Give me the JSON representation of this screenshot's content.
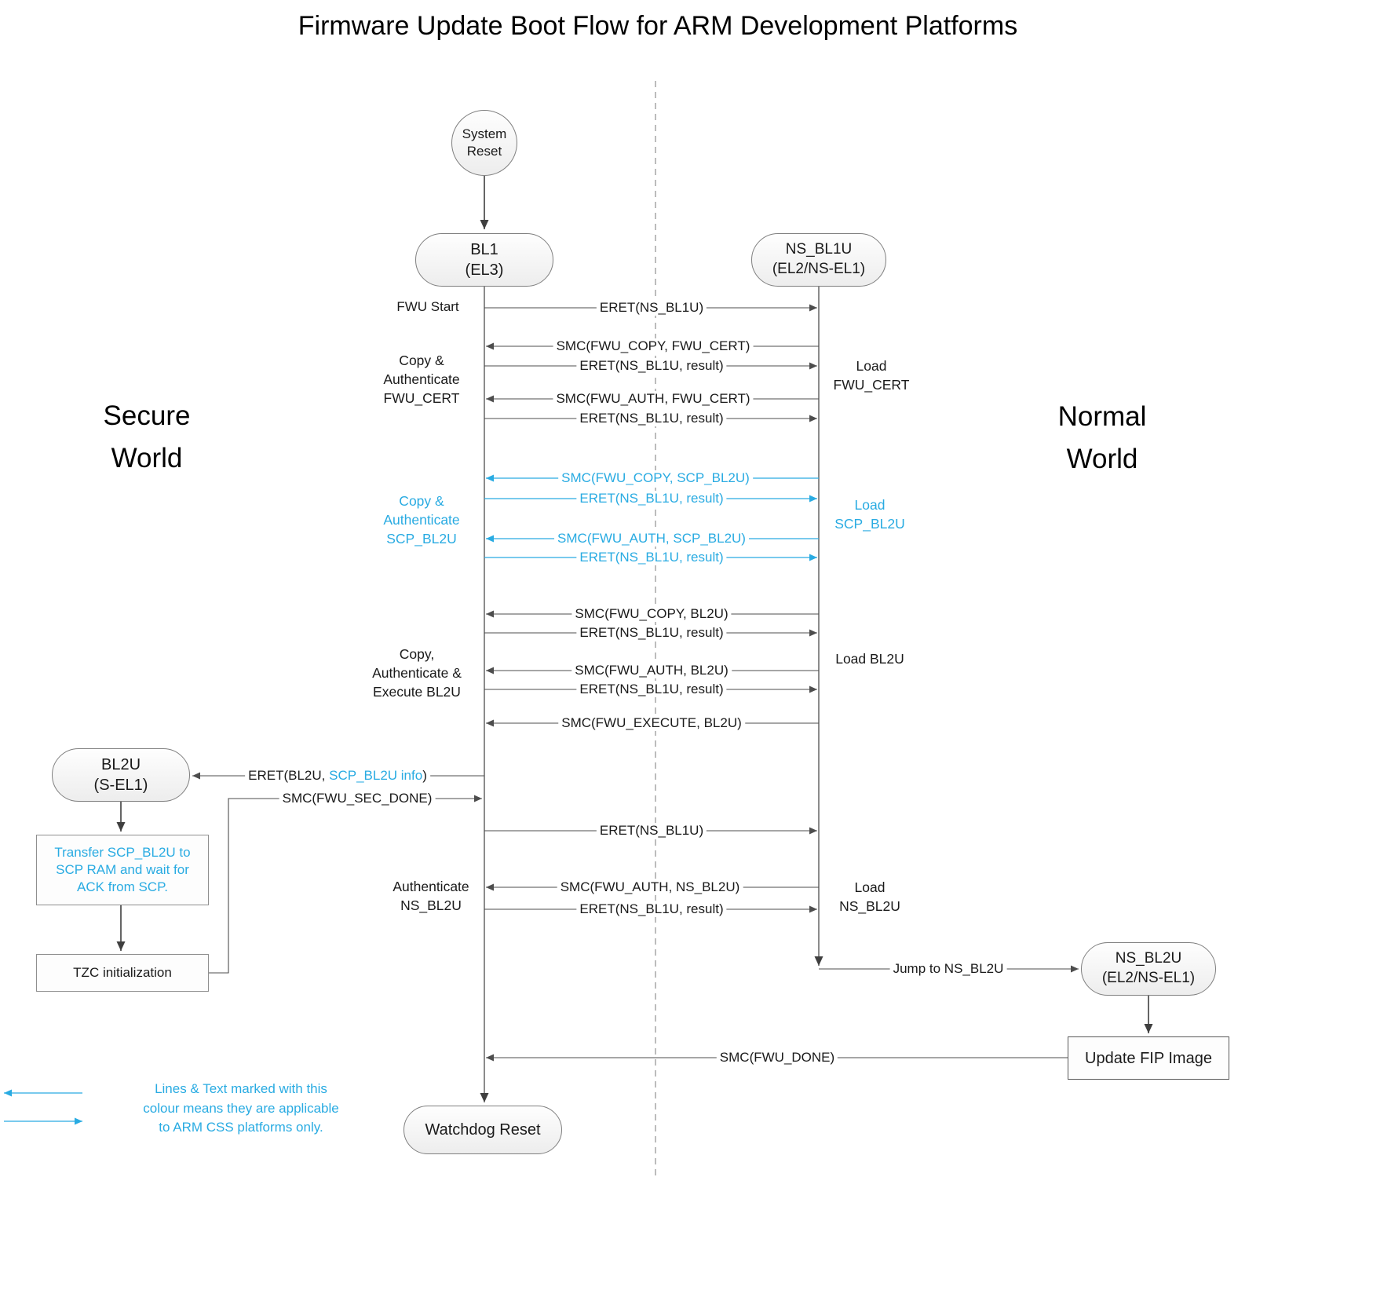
{
  "title": "Firmware Update Boot Flow for ARM Development Platforms",
  "worlds": {
    "secure": "Secure\nWorld",
    "normal": "Normal\nWorld"
  },
  "nodes": {
    "system_reset": "System\nReset",
    "bl1": "BL1\n(EL3)",
    "ns_bl1u": "NS_BL1U\n(EL2/NS-EL1)",
    "bl2u": "BL2U\n(S-EL1)",
    "transfer_scp": "Transfer SCP_BL2U to\nSCP RAM and wait for\nACK from SCP.",
    "tzc_init": "TZC initialization",
    "ns_bl2u": "NS_BL2U\n(EL2/NS-EL1)",
    "update_fip": "Update FIP Image",
    "watchdog_reset": "Watchdog Reset"
  },
  "messages": {
    "fwu_start": "FWU Start",
    "eret_ns_bl1u_1": "ERET(NS_BL1U)",
    "smc_copy_fwu_cert": "SMC(FWU_COPY, FWU_CERT)",
    "eret_result_1": "ERET(NS_BL1U, result)",
    "smc_auth_fwu_cert": "SMC(FWU_AUTH, FWU_CERT)",
    "eret_result_2": "ERET(NS_BL1U, result)",
    "smc_copy_scp_bl2u": "SMC(FWU_COPY, SCP_BL2U)",
    "eret_result_3": "ERET(NS_BL1U, result)",
    "smc_auth_scp_bl2u": "SMC(FWU_AUTH, SCP_BL2U)",
    "eret_result_4": "ERET(NS_BL1U, result)",
    "smc_copy_bl2u": "SMC(FWU_COPY, BL2U)",
    "eret_result_5": "ERET(NS_BL1U, result)",
    "smc_auth_bl2u": "SMC(FWU_AUTH, BL2U)",
    "eret_result_6": "ERET(NS_BL1U, result)",
    "smc_execute_bl2u": "SMC(FWU_EXECUTE, BL2U)",
    "eret_bl2u_prefix": "ERET(BL2U, ",
    "eret_bl2u_scp": "SCP_BL2U info",
    "eret_bl2u_suffix": ")",
    "smc_fwu_sec_done": "SMC(FWU_SEC_DONE)",
    "eret_ns_bl1u_2": "ERET(NS_BL1U)",
    "smc_auth_ns_bl2u": "SMC(FWU_AUTH, NS_BL2U)",
    "eret_result_7": "ERET(NS_BL1U, result)",
    "jump_to_ns_bl2u": "Jump to NS_BL2U",
    "smc_fwu_done": "SMC(FWU_DONE)"
  },
  "side_labels": {
    "copy_auth_fwu_cert": "Copy &\nAuthenticate\nFWU_CERT",
    "load_fwu_cert": "Load\nFWU_CERT",
    "copy_auth_scp_bl2u": "Copy &\nAuthenticate\nSCP_BL2U",
    "load_scp_bl2u": "Load\nSCP_BL2U",
    "copy_auth_exec_bl2u": "Copy,\nAuthenticate &\nExecute BL2U",
    "load_bl2u": "Load BL2U",
    "auth_ns_bl2u": "Authenticate\nNS_BL2U",
    "load_ns_bl2u": "Load\nNS_BL2U"
  },
  "legend": {
    "text": "Lines & Text marked with this\ncolour means they are applicable\nto ARM CSS platforms only."
  },
  "colors": {
    "accent": "#29ABE2",
    "line": "#4d4d4d"
  }
}
